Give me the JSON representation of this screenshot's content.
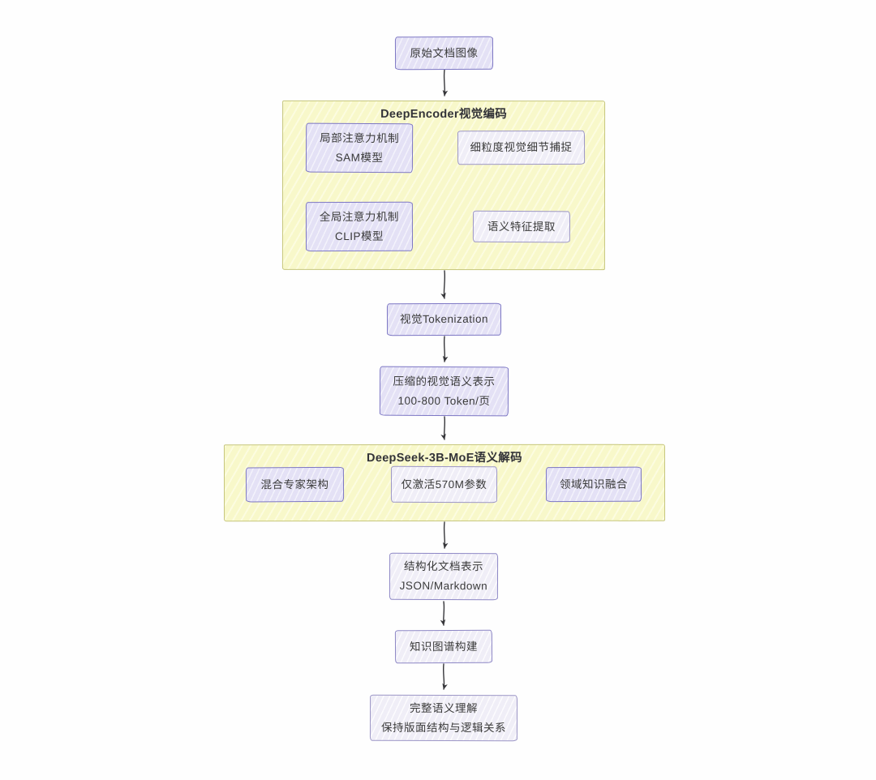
{
  "diagram": {
    "source": {
      "label": "原始文档图像"
    },
    "encoder": {
      "title": "DeepEncoder视觉编码",
      "local_attention": {
        "line1": "局部注意力机制",
        "line2": "SAM模型"
      },
      "fine_detail": {
        "label": "细粒度视觉细节捕捉"
      },
      "global_attention": {
        "line1": "全局注意力机制",
        "line2": "CLIP模型"
      },
      "semantic_extract": {
        "label": "语义特征提取"
      }
    },
    "tokenization": {
      "label": "视觉Tokenization"
    },
    "compressed": {
      "line1": "压缩的视觉语义表示",
      "line2": "100-800 Token/页"
    },
    "decoder": {
      "title": "DeepSeek-3B-MoE语义解码",
      "moe": {
        "label": "混合专家架构"
      },
      "active_params": {
        "label": "仅激活570M参数"
      },
      "domain_fusion": {
        "label": "领域知识融合"
      }
    },
    "structured": {
      "line1": "结构化文档表示",
      "line2": "JSON/Markdown"
    },
    "knowledge_graph": {
      "label": "知识图谱构建"
    },
    "full_understanding": {
      "line1": "完整语义理解",
      "line2": "保持版面结构与逻辑关系"
    },
    "colors": {
      "node_fill": "#e9e7f8",
      "node_border": "#7d77c4",
      "light_node_fill": "#f7f6fc",
      "light_node_border": "#9c96c6",
      "container_fill": "#fbfbcf",
      "container_border": "#c6c67c",
      "text": "#3a3a3a",
      "arrow": "#37373b"
    }
  }
}
